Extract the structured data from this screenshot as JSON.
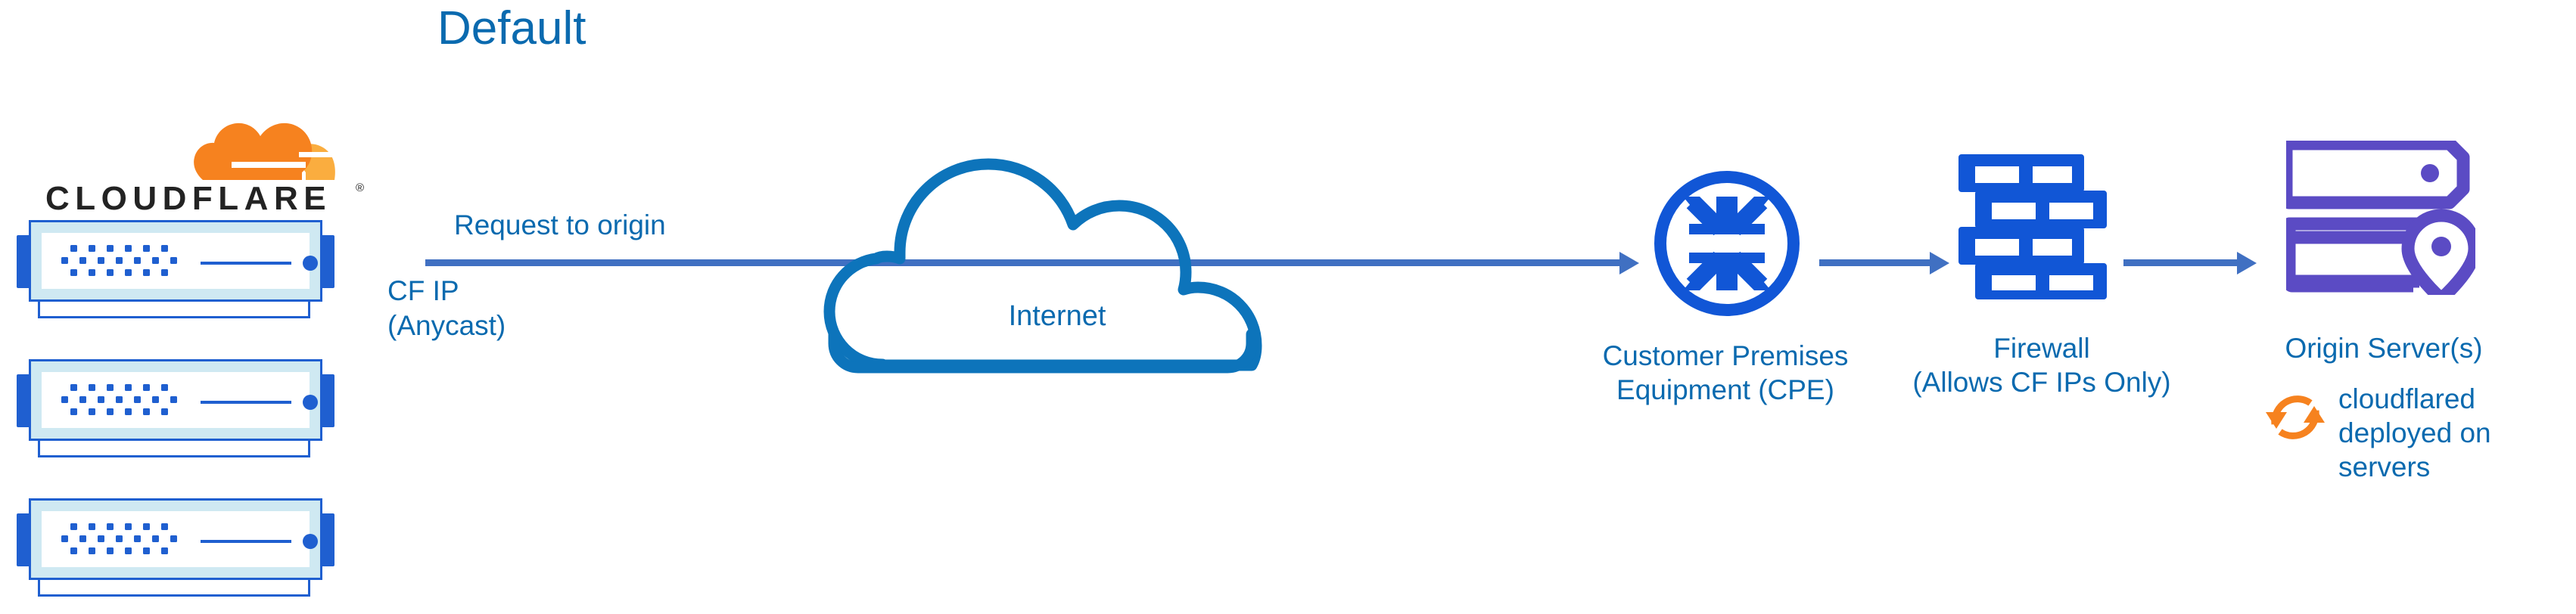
{
  "title": "Default",
  "colors": {
    "title_blue": "#0a6aaf",
    "label_blue": "#0a6aaf",
    "arrow_blue": "#4070c2",
    "icon_blue": "#1f5fd0",
    "cloud_blue": "#0d74bb",
    "origin_purple": "#5b4bc4",
    "cloudflare_orange": "#f6821f",
    "cloudflare_orange_light": "#faad3f",
    "wordmark_dark": "#232323",
    "server_panel": "#cfe9f2",
    "background": "#ffffff"
  },
  "cloudflare": {
    "wordmark": "CLOUDFLARE",
    "registered_mark": "®",
    "cloud_icon": "cloudflare-cloud-icon",
    "servers": [
      {
        "name": "cloudflare-server-1"
      },
      {
        "name": "cloudflare-server-2"
      },
      {
        "name": "cloudflare-server-3"
      }
    ]
  },
  "flow": {
    "request_label": "Request to origin",
    "cf_ip_line1": "CF IP",
    "cf_ip_line2": "(Anycast)"
  },
  "internet": {
    "label": "Internet",
    "icon": "cloud-icon"
  },
  "cpe": {
    "icon": "router-arrows-icon",
    "label_line1": "Customer Premises",
    "label_line2": "Equipment (CPE)"
  },
  "firewall": {
    "icon": "brick-wall-icon",
    "label_line1": "Firewall",
    "label_line2": "(Allows CF IPs Only)"
  },
  "origin": {
    "icon": "server-location-pin-icon",
    "label": "Origin Server(s)"
  },
  "cloudflared": {
    "icon": "refresh-sync-icon",
    "line1": "cloudflared",
    "line2": "deployed on",
    "line3": "servers"
  }
}
